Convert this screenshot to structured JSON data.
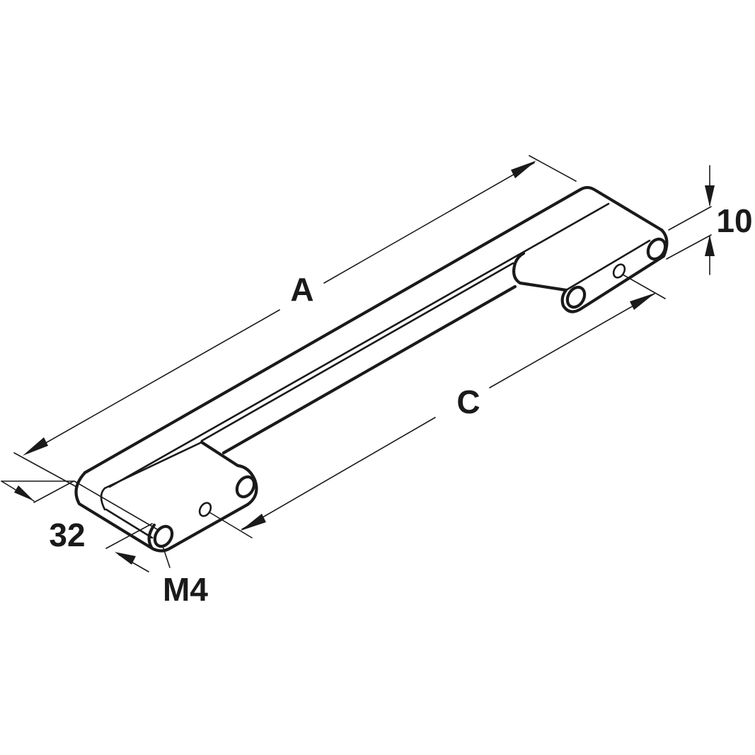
{
  "dimensions": {
    "A": "A",
    "C": "C",
    "width": "32",
    "height": "10",
    "thread": "M4"
  },
  "colors": {
    "line": "#1a1a1a",
    "background": "#ffffff"
  }
}
